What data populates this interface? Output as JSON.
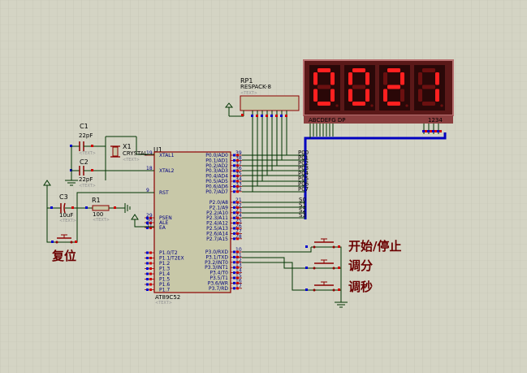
{
  "display": {
    "digits": "0021",
    "segment_labels": "ABCDEFG DP",
    "digit_labels": "1234"
  },
  "rp1": {
    "ref": "RP1",
    "value": "RESPACK-8",
    "text": "<TEXT>"
  },
  "u1": {
    "ref": "U1",
    "part": "AT89C52",
    "text": "<TEXT>",
    "left_pins": [
      {
        "num": "19",
        "name": "XTAL1"
      },
      {
        "num": "18",
        "name": "XTAL2"
      },
      {
        "num": "9",
        "name": "RST"
      },
      {
        "num": "29",
        "name": "PSEN"
      },
      {
        "num": "30",
        "name": "ALE"
      },
      {
        "num": "31",
        "name": "EA"
      }
    ],
    "p1_pins": [
      {
        "num": "1",
        "name": "P1.0/T2"
      },
      {
        "num": "2",
        "name": "P1.1/T2EX"
      },
      {
        "num": "3",
        "name": "P1.2"
      },
      {
        "num": "4",
        "name": "P1.3"
      },
      {
        "num": "5",
        "name": "P1.4"
      },
      {
        "num": "6",
        "name": "P1.5"
      },
      {
        "num": "7",
        "name": "P1.6"
      },
      {
        "num": "8",
        "name": "P1.7"
      }
    ],
    "p0_pins": [
      {
        "num": "39",
        "name": "P0.0/AD0",
        "net": "P00"
      },
      {
        "num": "38",
        "name": "P0.1/AD1",
        "net": "P01"
      },
      {
        "num": "37",
        "name": "P0.2/AD2",
        "net": "P02"
      },
      {
        "num": "36",
        "name": "P0.3/AD3",
        "net": "P03"
      },
      {
        "num": "35",
        "name": "P0.4/AD4",
        "net": "P04"
      },
      {
        "num": "34",
        "name": "P0.5/AD5",
        "net": "P05"
      },
      {
        "num": "33",
        "name": "P0.6/AD6",
        "net": "P06"
      },
      {
        "num": "32",
        "name": "P0.7/AD7",
        "net": "P07"
      }
    ],
    "p2_pins": [
      {
        "num": "21",
        "name": "P2.0/A8",
        "net": "S0"
      },
      {
        "num": "22",
        "name": "P2.1/A9",
        "net": "S1"
      },
      {
        "num": "23",
        "name": "P2.2/A10",
        "net": "S2"
      },
      {
        "num": "24",
        "name": "P2.3/A11",
        "net": "S3"
      },
      {
        "num": "25",
        "name": "P2.4/A12",
        "net": ""
      },
      {
        "num": "26",
        "name": "P2.5/A13",
        "net": ""
      },
      {
        "num": "27",
        "name": "P2.6/A14",
        "net": ""
      },
      {
        "num": "28",
        "name": "P2.7/A15",
        "net": ""
      }
    ],
    "p3_pins": [
      {
        "num": "10",
        "name": "P3.0/RXD"
      },
      {
        "num": "11",
        "name": "P3.1/TXD"
      },
      {
        "num": "12",
        "name": "P3.2/INT0"
      },
      {
        "num": "13",
        "name": "P3.3/INT1"
      },
      {
        "num": "14",
        "name": "P3.4/T0"
      },
      {
        "num": "15",
        "name": "P3.5/T1"
      },
      {
        "num": "16",
        "name": "P3.6/WR"
      },
      {
        "num": "17",
        "name": "P3.7/RD"
      }
    ]
  },
  "c1": {
    "ref": "C1",
    "value": "22pF",
    "text": "<TEXT>"
  },
  "c2": {
    "ref": "C2",
    "value": "22pF",
    "text": "<TEXT>"
  },
  "x1": {
    "ref": "X1",
    "value": "CRYSTAL",
    "text": "<TEXT>"
  },
  "c3": {
    "ref": "C3",
    "value": "10uF",
    "text": "<TEXT>"
  },
  "r1": {
    "ref": "R1",
    "value": "100",
    "text": "<TEXT>"
  },
  "buttons": {
    "reset": "复位",
    "start_stop": "开始/停止",
    "adjust_min": "调分",
    "adjust_sec": "调秒"
  },
  "colors": {
    "background": "#d4d4c4",
    "grid": "#c4c4b4",
    "wire": "#003300",
    "bus": "#0000c0",
    "component": "#8b0000",
    "chip_fill": "#c8c8a8",
    "display_frame": "#b87070",
    "segment_on": "#ff2020"
  }
}
